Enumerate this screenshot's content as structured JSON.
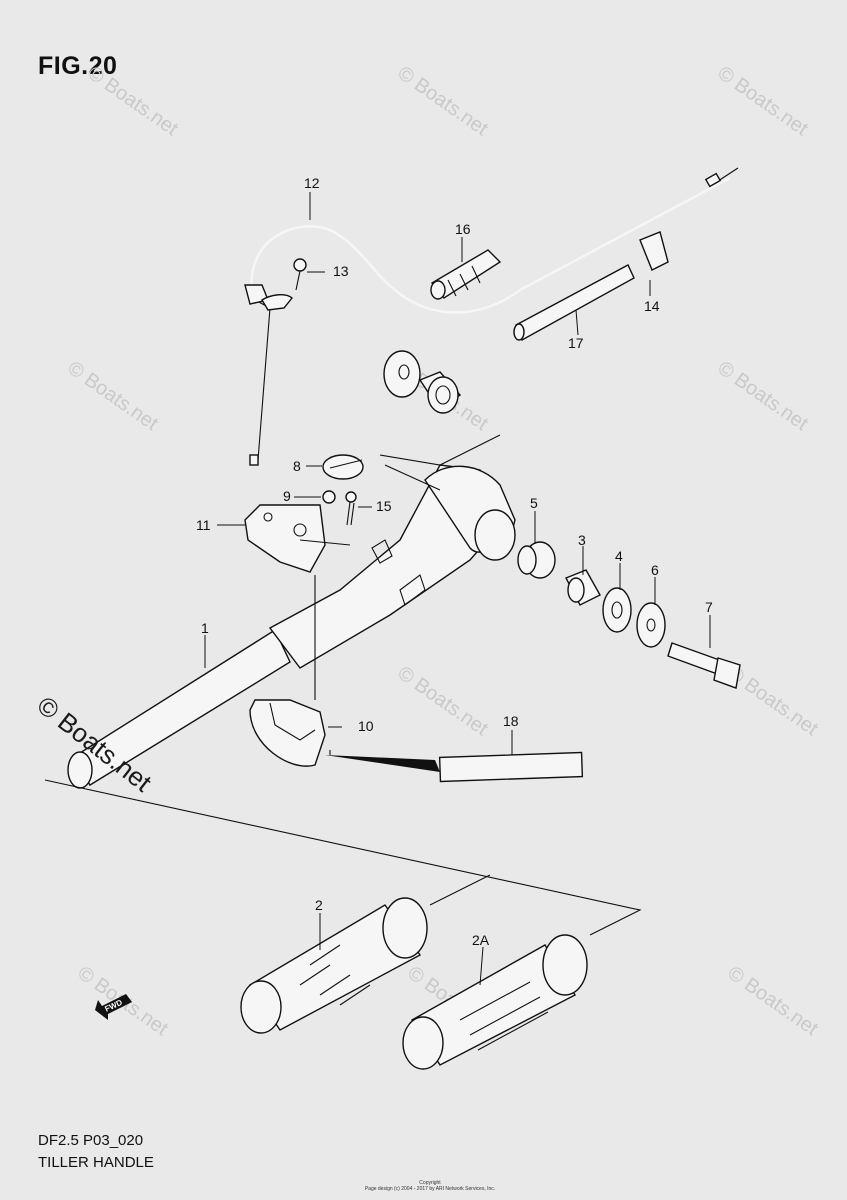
{
  "figure": {
    "title": "FIG.20",
    "model_code": "DF2.5 P03_020",
    "caption": "TILLER HANDLE"
  },
  "watermark": {
    "text": "© Boats.net",
    "copyright": "Copyright",
    "copyright_line": "Page design (c) 2004 - 2017 by ARI Network Services, Inc."
  },
  "fwd_label": "FWD",
  "callouts": [
    "1",
    "2",
    "2A",
    "3",
    "4",
    "5",
    "6",
    "7",
    "8",
    "9",
    "10",
    "11",
    "12",
    "13",
    "14",
    "15",
    "16",
    "17",
    "18"
  ],
  "colors": {
    "background": "#e9e9e9",
    "line": "#111111",
    "watermark": "#c9c9c9"
  }
}
